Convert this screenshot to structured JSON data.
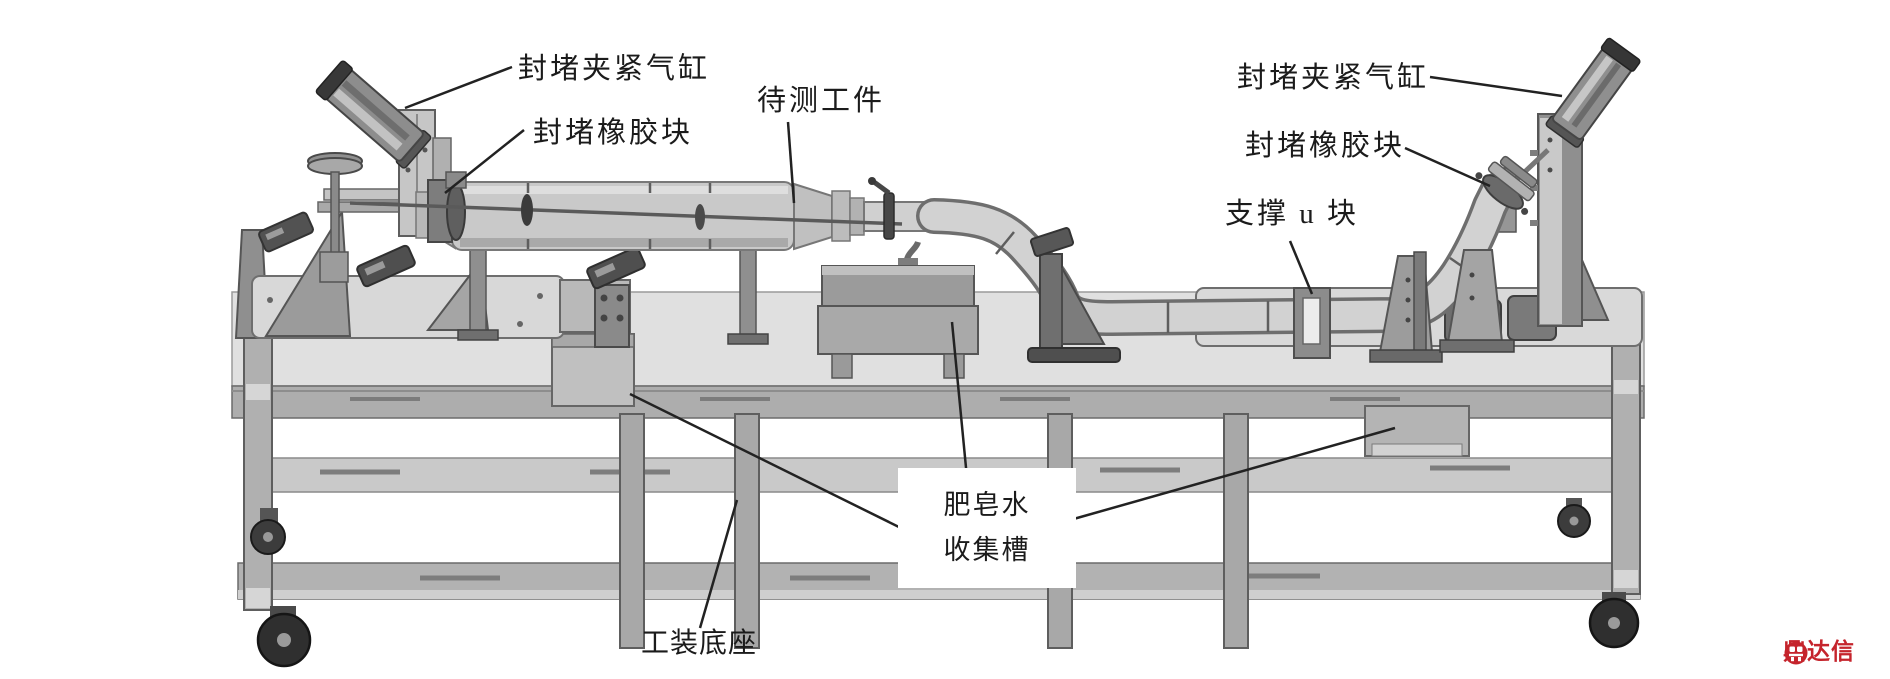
{
  "figure": {
    "title_hint": "exhaust-airtightness-test-bench-diagram",
    "background": "#ffffff",
    "labels": {
      "clamp_cylinder_left": "封堵夹紧气缸",
      "rubber_block_left": "封堵橡胶块",
      "workpiece": "待测工件",
      "clamp_cylinder_right": "封堵夹紧气缸",
      "rubber_block_right": "封堵橡胶块",
      "support_u_block": "支撑 u 块",
      "soapy_water_line1": "肥皂水",
      "soapy_water_line2": "收集槽",
      "tooling_base": "工装底座"
    },
    "watermark": {
      "text": "鼎达信",
      "color": "#c5242c"
    },
    "machine_color": "#b5b5b5",
    "outline_color": "#4a4a4a"
  }
}
